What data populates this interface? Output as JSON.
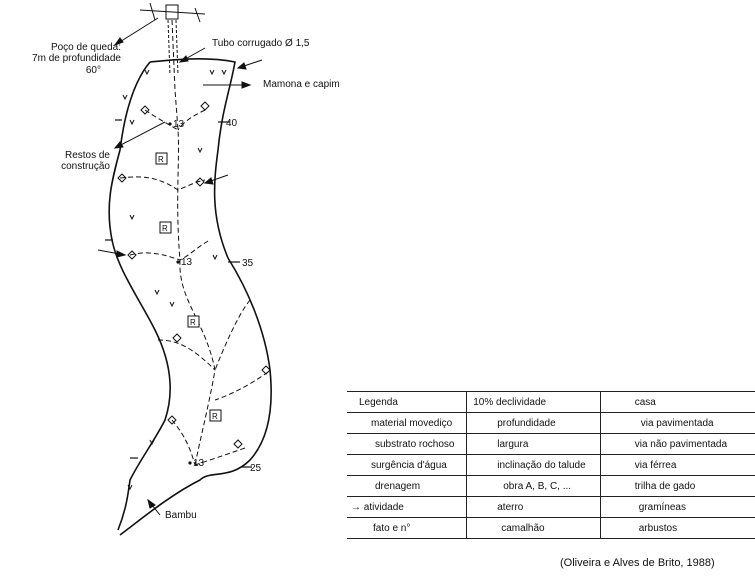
{
  "labels": {
    "poco_1": "Poço de queda:",
    "poco_2": "7m de profundidade",
    "poco_3": "60°",
    "tubo": "Tubo corrugado Ø 1,5",
    "mamona": "Mamona e capim",
    "restos_1": "Restos de",
    "restos_2": "construção",
    "bambu": "Bambu",
    "contour_40": "40",
    "contour_35": "35",
    "contour_25": "25",
    "depth_1": "13",
    "depth_2": "13",
    "depth_3": "13",
    "r_marker": "R"
  },
  "legend": [
    [
      "Legenda",
      "10% declividade",
      "casa"
    ],
    [
      "material movediço",
      "profundidade",
      "via pavimentada"
    ],
    [
      "substrato rochoso",
      "largura",
      "via não pavimentada"
    ],
    [
      "surgência d'água",
      "inclinação do talude",
      "via férrea"
    ],
    [
      "drenagem",
      "obra A, B, C, ...",
      "trilha de gado"
    ],
    [
      "atividade",
      "aterro",
      "gramíneas"
    ],
    [
      "fato e n°",
      "camalhão",
      "arbustos"
    ]
  ],
  "citation": "(Oliveira e Alves de Brito, 1988)"
}
